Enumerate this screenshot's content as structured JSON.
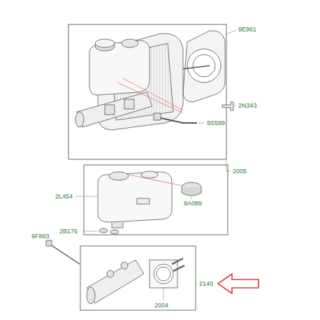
{
  "diagram": {
    "labels": [
      "9E961",
      "2N343",
      "9S599",
      "2005",
      "9A089",
      "2L454",
      "2B176",
      "9F883",
      "2140",
      "2004"
    ]
  }
}
